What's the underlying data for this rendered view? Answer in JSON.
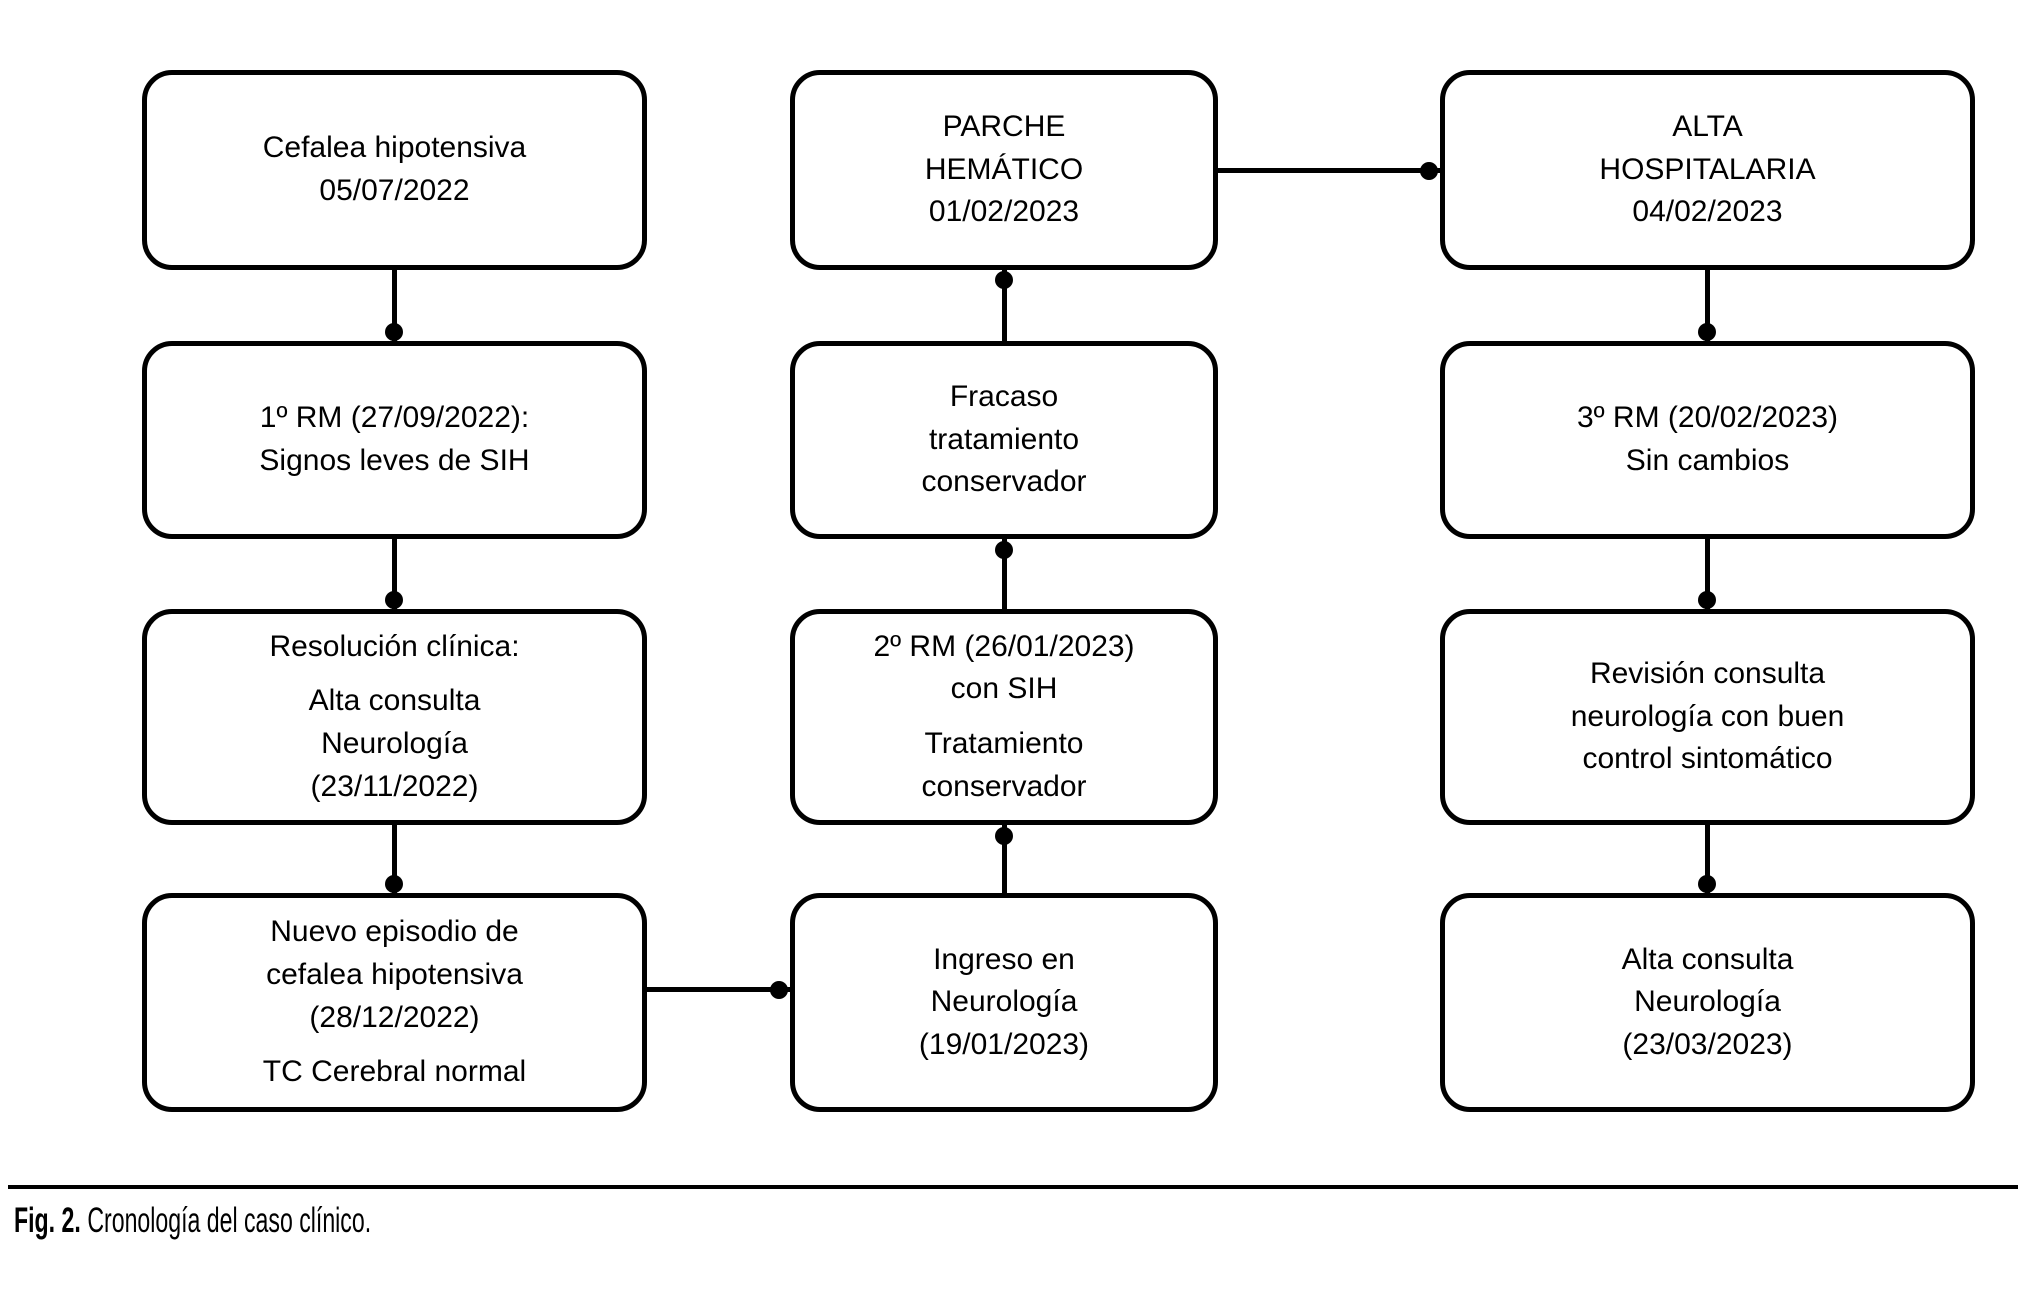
{
  "figure": {
    "colors": {
      "ink": "#000000",
      "background": "#ffffff"
    },
    "caption": {
      "label": "Fig. 2.",
      "text": "Cronología del caso clínico."
    },
    "columns": [
      {
        "name": "episodio-inicial",
        "boxes": [
          {
            "paragraphs": [
              "Cefalea hipotensiva\n05/07/2022"
            ]
          },
          {
            "paragraphs": [
              "1º RM (27/09/2022):\nSignos leves de SIH"
            ]
          },
          {
            "paragraphs": [
              "Resolución clínica:",
              "Alta consulta\nNeurología\n(23/11/2022)"
            ]
          },
          {
            "paragraphs": [
              "Nuevo episodio de\ncefalea hipotensiva\n(28/12/2022)",
              "TC Cerebral normal"
            ]
          }
        ]
      },
      {
        "name": "ingreso-y-tratamiento",
        "boxes": [
          {
            "paragraphs": [
              "PARCHE\nHEMÁTICO\n01/02/2023"
            ]
          },
          {
            "paragraphs": [
              "Fracaso\ntratamiento\nconservador"
            ]
          },
          {
            "paragraphs": [
              "2º RM (26/01/2023)\ncon SIH",
              "Tratamiento\nconservador"
            ]
          },
          {
            "paragraphs": [
              "Ingreso en\nNeurología\n(19/01/2023)"
            ]
          }
        ]
      },
      {
        "name": "evolucion-y-alta",
        "boxes": [
          {
            "paragraphs": [
              "ALTA\nHOSPITALARIA\n04/02/2023"
            ]
          },
          {
            "paragraphs": [
              "3º RM (20/02/2023)\nSin cambios"
            ]
          },
          {
            "paragraphs": [
              "Revisión consulta\nneurología con buen\ncontrol sintomático"
            ]
          },
          {
            "paragraphs": [
              "Alta consulta\nNeurología\n(23/03/2023)"
            ]
          }
        ]
      }
    ]
  }
}
